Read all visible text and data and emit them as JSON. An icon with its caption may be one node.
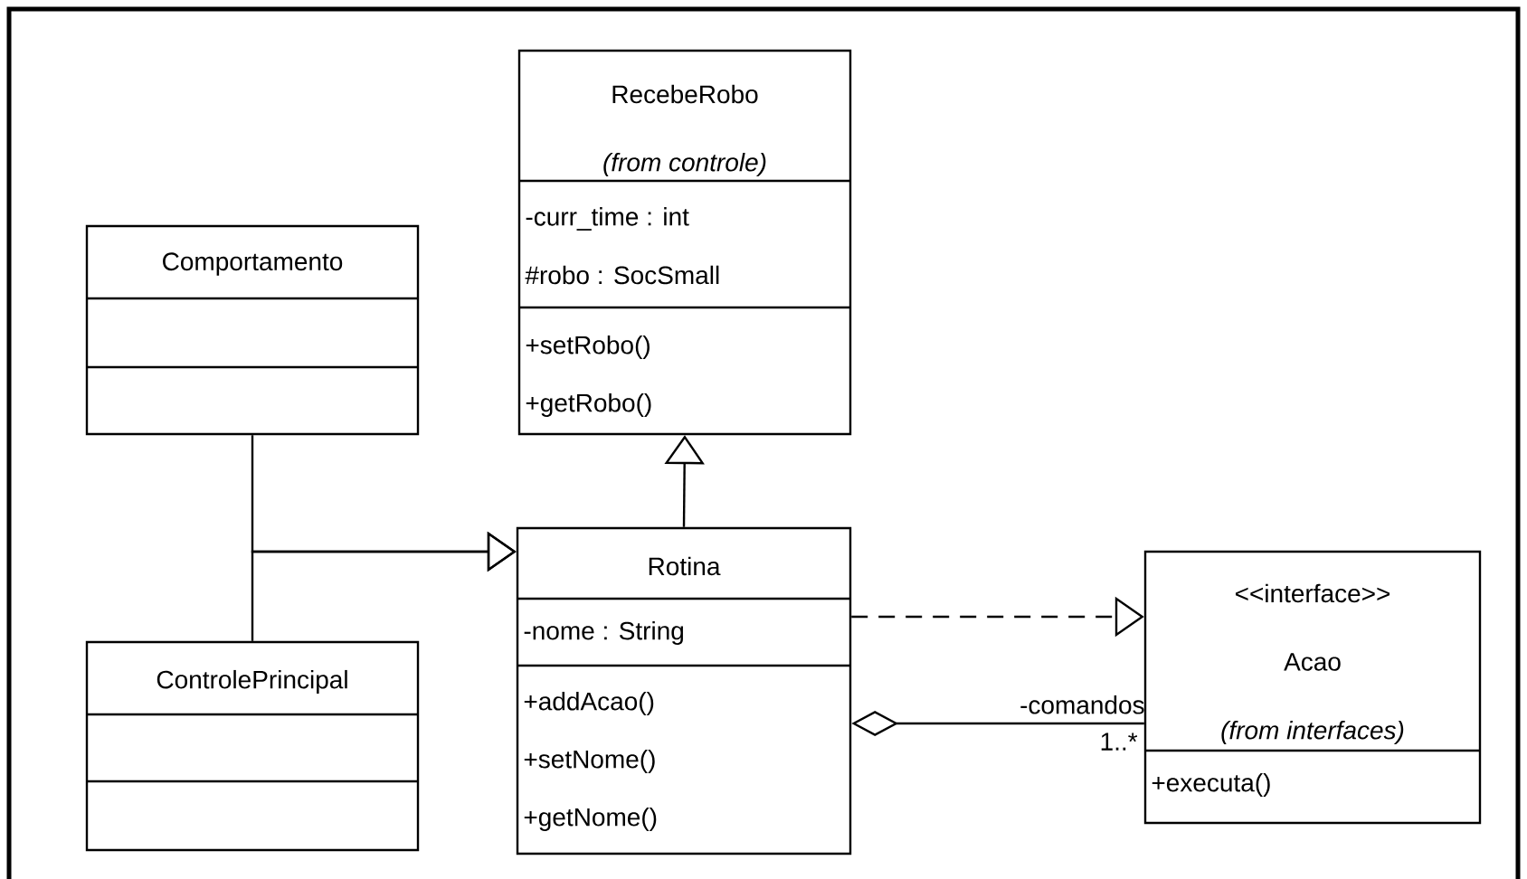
{
  "diagram": {
    "nodes": [
      {
        "text": [
          "RecebeRobo",
          "(from controle)",
          "-curr_time : int",
          "#robo : SocSmall",
          "+setRobo()",
          "+getRobo()"
        ]
      },
      {
        "text": [
          "Comportamento"
        ]
      },
      {
        "text": [
          "Rotina",
          "-nome : String",
          "+addAcao()",
          "+setNome()",
          "+getNome()"
        ]
      },
      {
        "text": [
          "<<interface>>",
          "Acao",
          "(from interfaces)",
          "+executa()"
        ]
      },
      {
        "text": [
          "ControlePrincipal"
        ]
      }
    ],
    "edges": [
      {
        "from": 2,
        "to": 0,
        "arrow": "to"
      },
      {
        "from": 1,
        "to": 2,
        "arrow": "to"
      },
      {
        "from": 4,
        "to": 2,
        "arrow": "to"
      },
      {
        "from": 2,
        "to": 3,
        "arrow": "to",
        "style": "dashed"
      },
      {
        "from": 2,
        "to": 3,
        "arrow": "other",
        "label": "-comandos"
      }
    ],
    "labels": [
      "1..*"
    ]
  }
}
